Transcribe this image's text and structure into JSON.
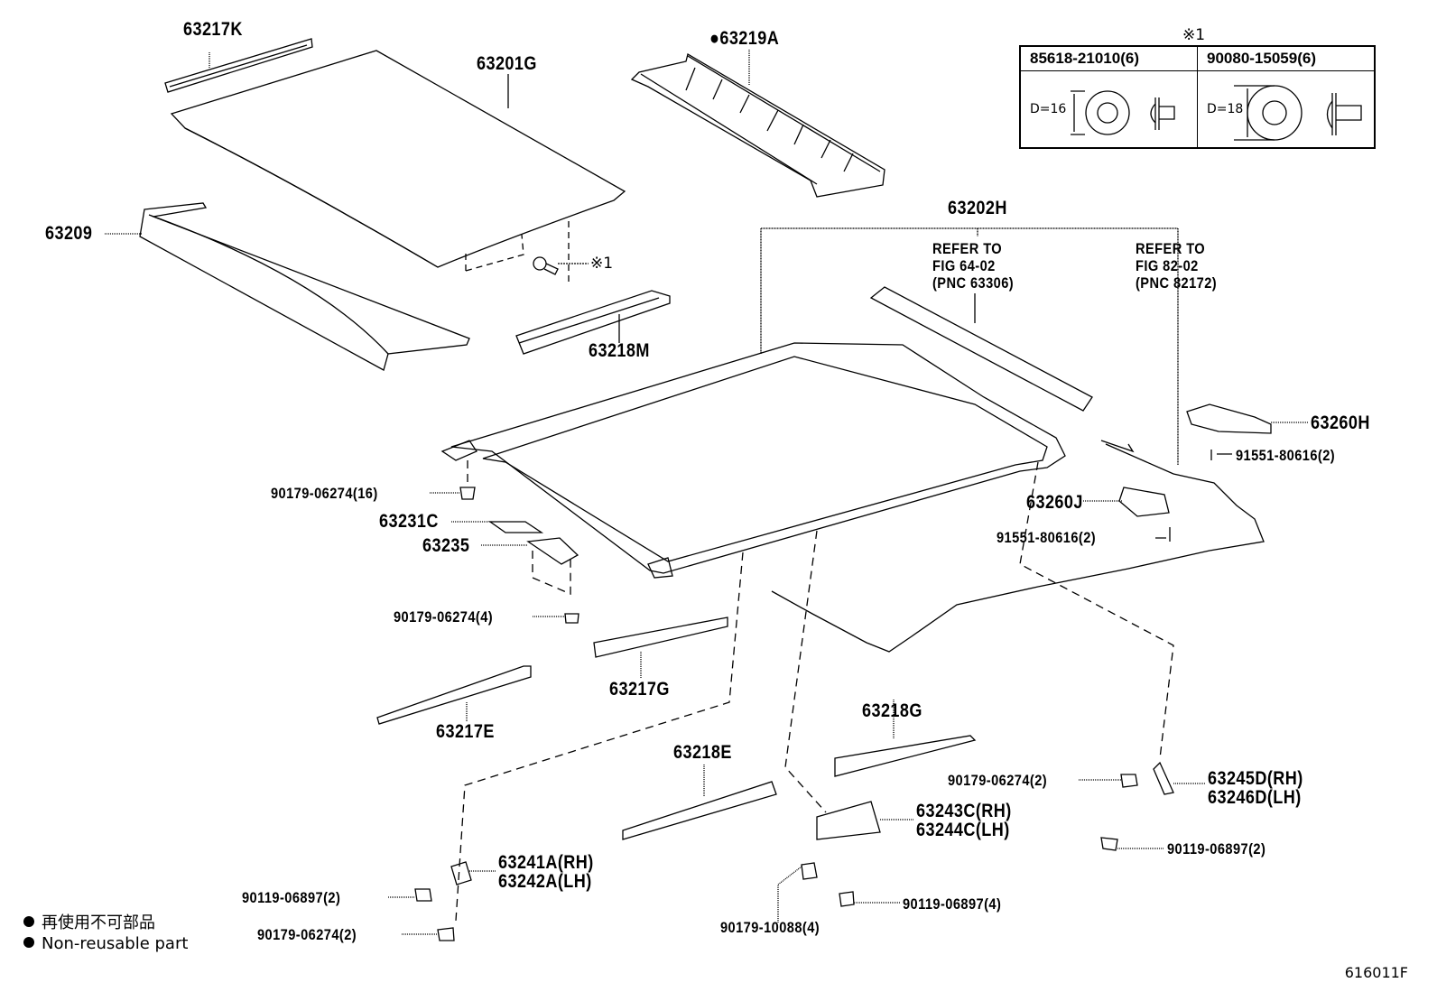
{
  "diagram": {
    "figure_id": "616011F",
    "footnote_symbol": "※1",
    "legend": [
      {
        "symbol": "filled-circle",
        "text": "再使用不可部品"
      },
      {
        "symbol": "filled-circle",
        "text": "Non-reusable part"
      }
    ],
    "reference_table": {
      "marker": "※1",
      "columns": [
        {
          "part": "85618-21010(6)",
          "dimension": "D=16"
        },
        {
          "part": "90080-15059(6)",
          "dimension": "D=18"
        }
      ]
    },
    "references": [
      {
        "group": "63202H",
        "lines": [
          "REFER TO",
          "FIG 64-02",
          "(PNC 63306)"
        ]
      },
      {
        "group": "63202H",
        "lines": [
          "REFER TO",
          "FIG 82-02",
          "(PNC 82172)"
        ]
      }
    ],
    "parts": {
      "p63217K": "63217K",
      "p63201G": "63201G",
      "p63219A": "63219A",
      "p63219A_marker": "●",
      "p63209": "63209",
      "p63202H": "63202H",
      "pnote1": "※1",
      "p63218M": "63218M",
      "p63260H": "63260H",
      "p91551a": "91551-80616(2)",
      "p63260J": "63260J",
      "p91551b": "91551-80616(2)",
      "p90179_16": "90179-06274(16)",
      "p63231C": "63231C",
      "p63235": "63235",
      "p90179_4": "90179-06274(4)",
      "p63217G": "63217G",
      "p63217E": "63217E",
      "p63218G": "63218G",
      "p63218E": "63218E",
      "p90179_2r": "90179-06274(2)",
      "p63245D": "63245D(RH)",
      "p63246D": "63246D(LH)",
      "p90119_2r": "90119-06897(2)",
      "p63243C": "63243C(RH)",
      "p63244C": "63244C(LH)",
      "p63241A": "63241A(RH)",
      "p63242A": "63242A(LH)",
      "p90119_2l": "90119-06897(2)",
      "p90179_2l": "90179-06274(2)",
      "p90179_10088": "90179-10088(4)",
      "p90119_4": "90119-06897(4)"
    }
  }
}
